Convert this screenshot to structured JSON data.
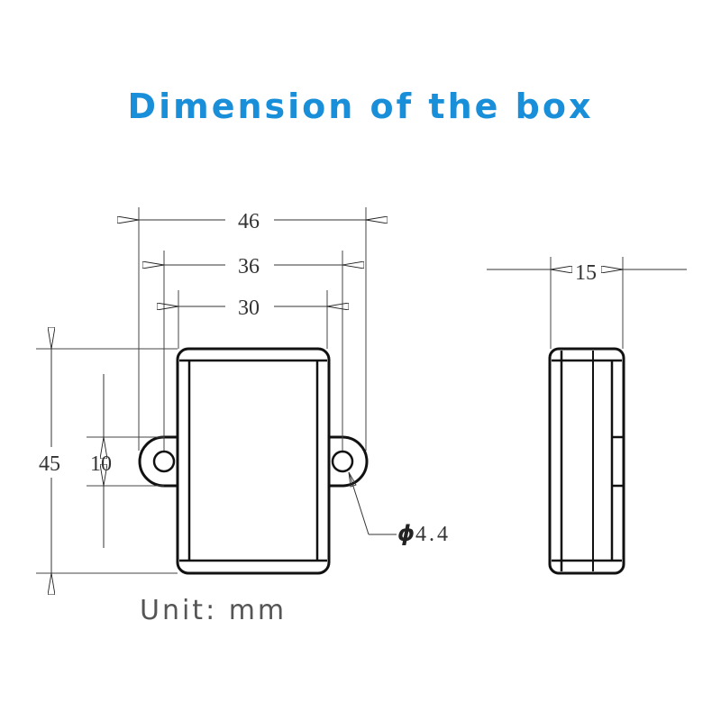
{
  "title": "Dimension of the box",
  "unit_label": "Unit: mm",
  "dimensions": {
    "outer_width": "46",
    "hole_spacing": "36",
    "body_width": "30",
    "height": "45",
    "tab_height": "10",
    "thickness": "15",
    "hole_symbol": "ϕ",
    "hole_diameter": "4.4"
  },
  "colors": {
    "title": "#1a8fd9",
    "lines": "#111111",
    "text": "#333333"
  }
}
